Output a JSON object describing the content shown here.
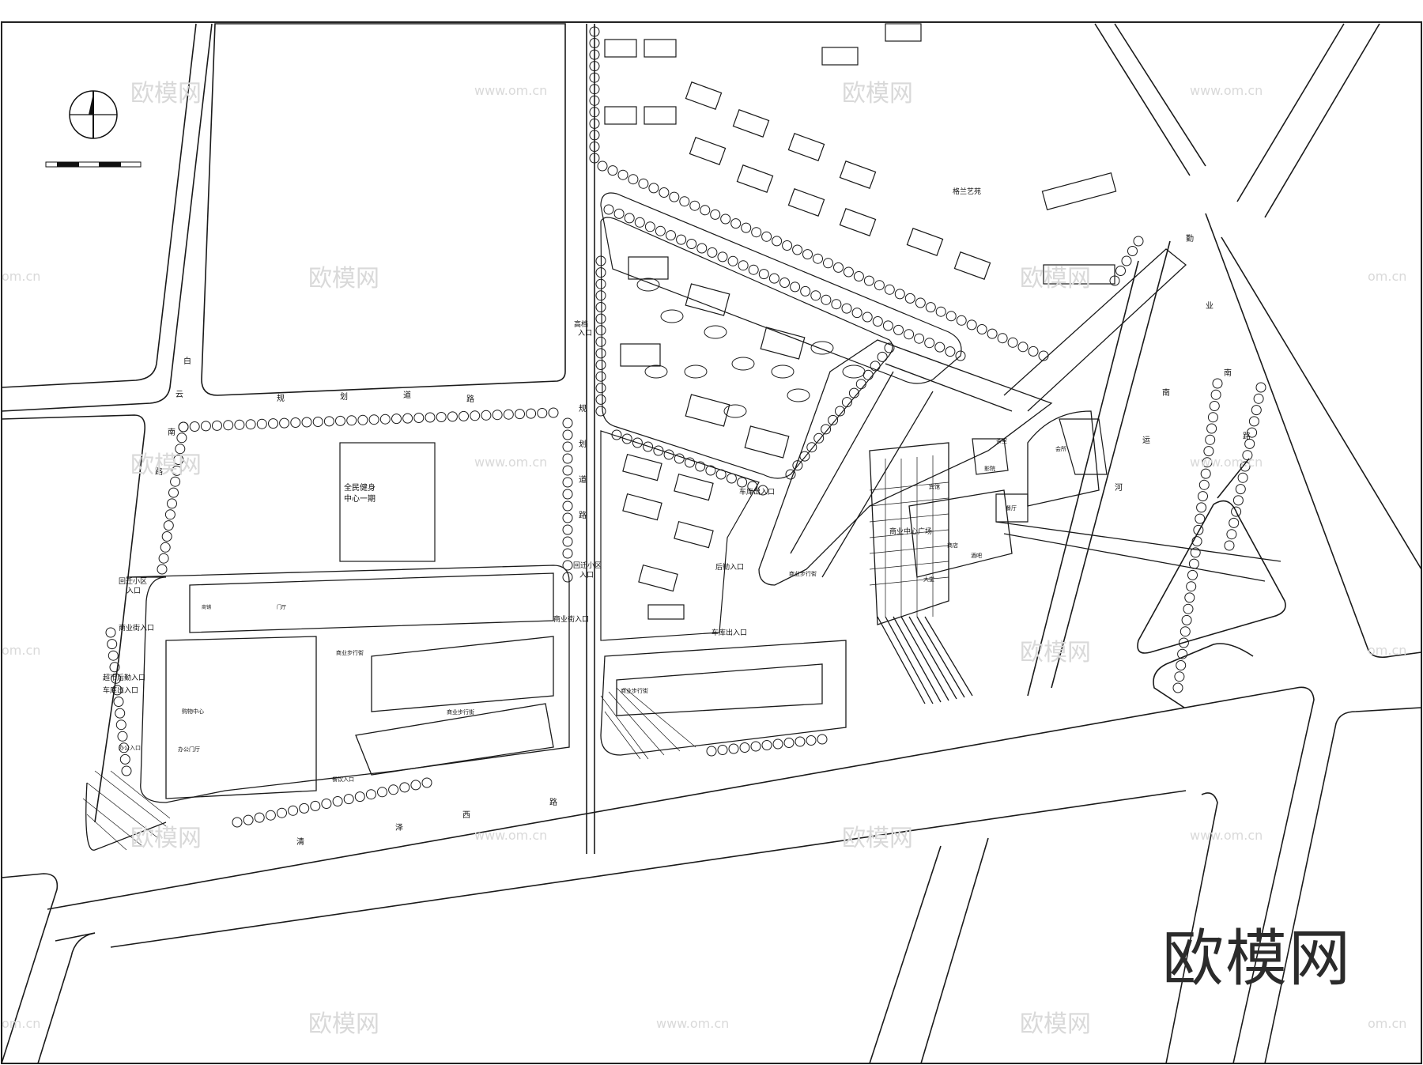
{
  "brand": "欧模网",
  "watermark_cn": "欧模网",
  "watermark_url": "www.om.cn",
  "watermark_url_short": "om.cn",
  "roads": {
    "baiyun_nan": [
      "白",
      "云",
      "南",
      "路"
    ],
    "guihua_h": [
      "规",
      "划",
      "道",
      "路"
    ],
    "guihua_v": [
      "规",
      "划",
      "道",
      "路"
    ],
    "qingze_xi": [
      "清",
      "泽",
      "西",
      "路"
    ],
    "qinye_nan": [
      "勤",
      "业",
      "南",
      "路"
    ],
    "nanyun_he": [
      "南",
      "运",
      "河"
    ]
  },
  "labels": {
    "fitness_center_1": "全民健身",
    "fitness_center_2": "中心一期",
    "gaolan_yiyuan": "格兰艺苑",
    "highrise_entry_1": "高档",
    "highrise_entry_2": "入口",
    "resettle_entry_left_1": "回迁小区",
    "resettle_entry_left_2": "入口",
    "resettle_entry_right_1": "回迁小区",
    "resettle_entry_right_2": "入口",
    "commercial_entry_left": "商业街入口",
    "commercial_entry_right": "商业街入口",
    "supermarket_entry": "超市后勤入口",
    "garage_entry_left": "车库出入口",
    "garage_entry_top": "车库出入口",
    "garage_entry_bottom": "车库出入口",
    "rear_entry": "后勤入口",
    "ped_street_left": "商业步行街",
    "ped_street_mid": "商业步行街",
    "ped_street_right": "商业步行街",
    "ped_street_center": "商业步行街",
    "commercial_plaza": "商业中心广场",
    "shopping_center": "购物中心",
    "office_hall": "办公门厅",
    "office_entry": "办公入口",
    "dining_entry": "餐饮入口",
    "hotel": "宾馆",
    "shop_a": "商铺",
    "shop_b": "门厅",
    "cinema": "影院",
    "restaurant": "餐厅",
    "lobby": "大堂",
    "retail": "商店",
    "bar": "酒吧",
    "tea": "茶室",
    "club": "会所"
  },
  "colors": {
    "line": "#1a1a1a",
    "watermark": "#d9d9d9",
    "brand": "#2b2b2b"
  }
}
